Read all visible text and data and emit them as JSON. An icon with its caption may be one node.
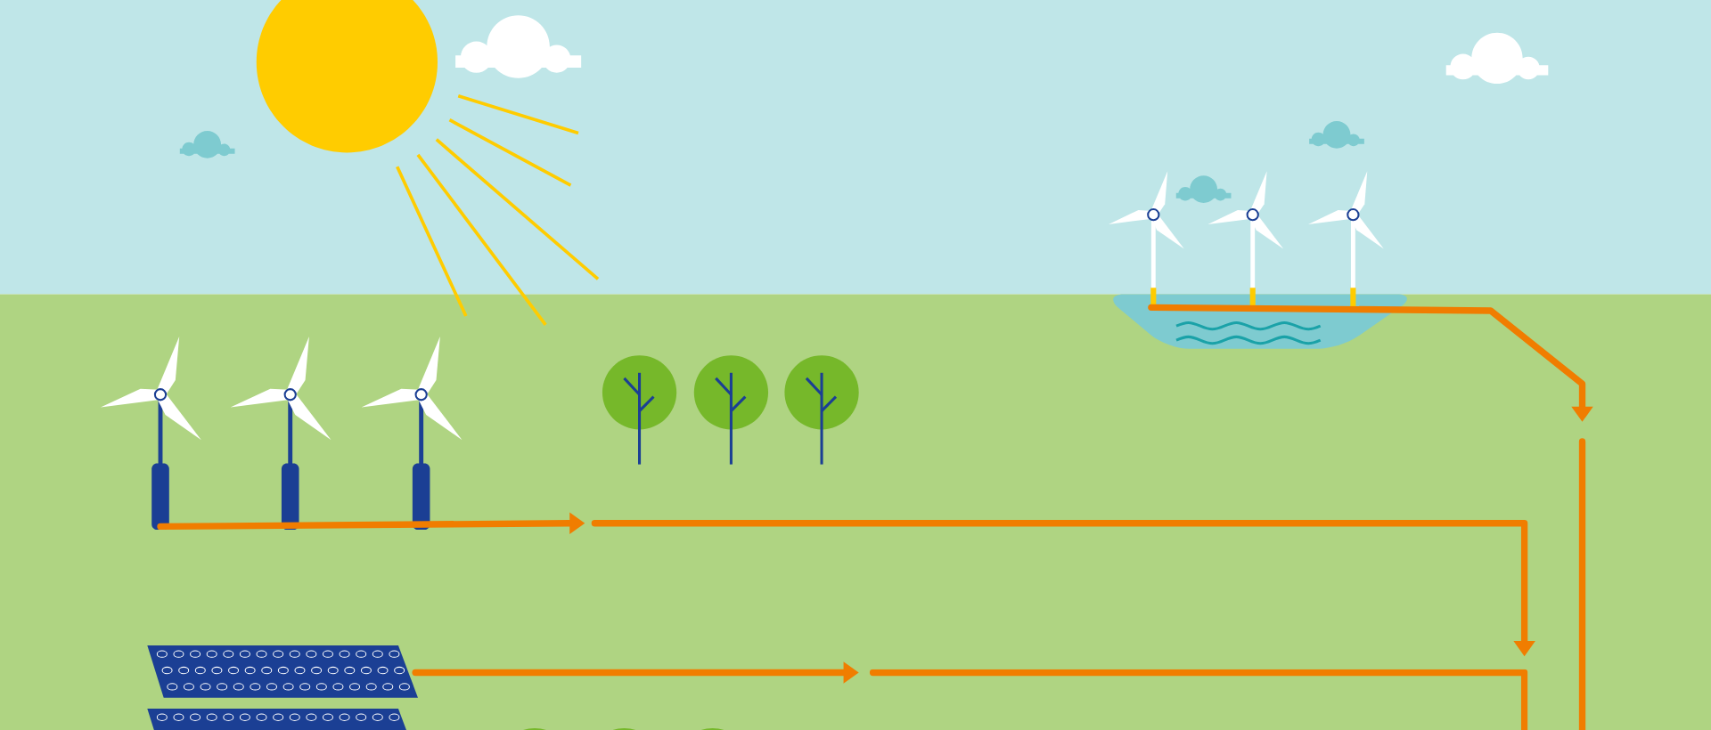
{
  "diagram": {
    "nodes": [
      {
        "text": [],
        "shape": "picture"
      },
      {
        "text": [],
        "shape": "picture"
      },
      {
        "text": [],
        "shape": "picture"
      }
    ],
    "edges": [
      {
        "from": 0,
        "to": null,
        "arrow": "to"
      },
      {
        "from": 1,
        "to": null,
        "arrow": "to"
      },
      {
        "from": 2,
        "to": null,
        "arrow": "to"
      }
    ]
  }
}
